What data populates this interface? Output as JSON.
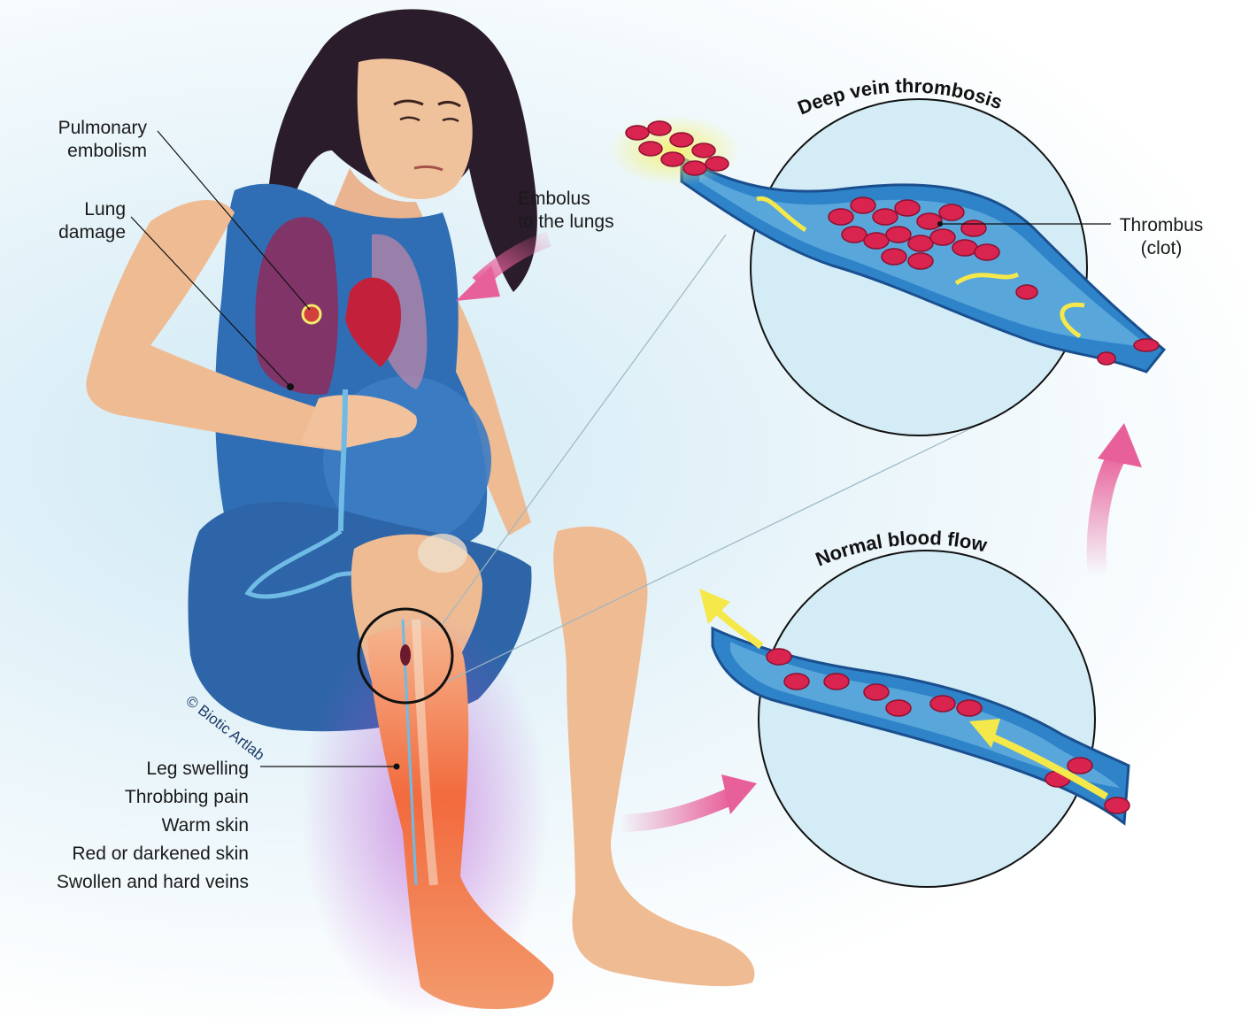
{
  "labels": {
    "pulmonary_embolism": [
      "Pulmonary",
      "embolism"
    ],
    "lung_damage": [
      "Lung",
      "damage"
    ],
    "embolus": [
      "Embolus",
      "to the lungs"
    ],
    "thrombus": [
      "Thrombus",
      "(clot)"
    ],
    "dvt_title": "Deep vein thrombosis",
    "normal_title": "Normal blood flow",
    "symptoms": [
      "Leg swelling",
      "Throbbing pain",
      "Warm skin",
      "Red or darkened skin",
      "Swollen and hard veins"
    ],
    "copyright": "© Biotic Artlab"
  },
  "colors": {
    "vein": "#2f84c9",
    "vein_dark": "#1a4f8f",
    "vein_inner": "#7cc3ea",
    "blood_cell": "#d8244f",
    "flow_arrow": "#f5e84a",
    "pink_arrow": "#e8609a",
    "circle_fill": "#d3ecf6",
    "skin": "#f2c29a",
    "dress": "#2f6eb5",
    "inflamed_leg": "#f06a3c"
  }
}
